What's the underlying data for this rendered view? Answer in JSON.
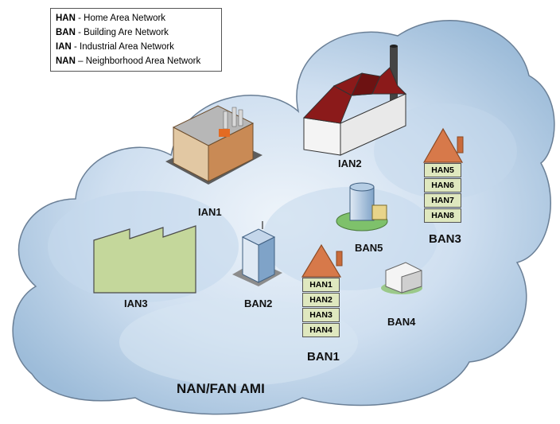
{
  "legend": [
    {
      "abbr": "HAN",
      "sep": " - ",
      "desc": "Home Area Network"
    },
    {
      "abbr": "BAN",
      "sep": " - ",
      "desc": "Building Are Network"
    },
    {
      "abbr": "IAN",
      "sep": " - ",
      "desc": "Industrial Area Network"
    },
    {
      "abbr": "NAN",
      "sep": " – ",
      "desc": "Neighborhood Area Network"
    }
  ],
  "cloud_label": "NAN/FAN AMI",
  "colors": {
    "cloud": "#b5cde4",
    "roof": "#c96a3a",
    "factory_roof": "#8b1a1a",
    "warehouse": "#c4d79b",
    "han_cell": "#dfe8bf"
  },
  "nodes": {
    "ian1": "IAN1",
    "ian2": "IAN2",
    "ian3": "IAN3",
    "ban1": "BAN1",
    "ban2": "BAN2",
    "ban3": "BAN3",
    "ban4": "BAN4",
    "ban5": "BAN5"
  },
  "ban1_homes": [
    "HAN1",
    "HAN2",
    "HAN3",
    "HAN4"
  ],
  "ban3_homes": [
    "HAN5",
    "HAN6",
    "HAN7",
    "HAN8"
  ]
}
